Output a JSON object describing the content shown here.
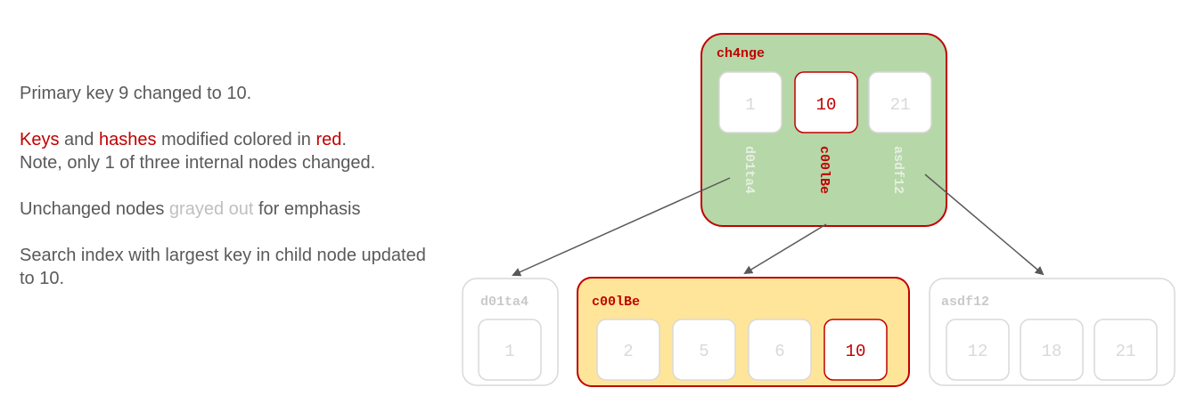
{
  "notes": {
    "line1": "Primary key 9 changed to 10.",
    "p2_keys": "Keys",
    "p2_and": " and ",
    "p2_hashes": "hashes",
    "p2_modified": " modified colored in ",
    "p2_red": "red",
    "p2_rest": ".\nNote, only 1 of three internal nodes changed.",
    "p3_start": "Unchanged nodes ",
    "p3_gray": "grayed out",
    "p3_end": " for emphasis",
    "p4": "Search index with largest key in child node updated to 10."
  },
  "root": {
    "hash": "ch4nge",
    "keys": [
      "1",
      "10",
      "21"
    ],
    "child_hashes": [
      "d01ta4",
      "c00lBe",
      "asdf12"
    ]
  },
  "children": [
    {
      "hash": "d01ta4",
      "keys": [
        "1"
      ]
    },
    {
      "hash": "c00lBe",
      "keys": [
        "2",
        "5",
        "6",
        "10"
      ]
    },
    {
      "hash": "asdf12",
      "keys": [
        "12",
        "18",
        "21"
      ]
    }
  ],
  "colors": {
    "changed": "#c00000",
    "unchanged": "#d9d9d9",
    "root_fill": "#b6d7a8",
    "changed_child_fill": "#ffe599"
  }
}
